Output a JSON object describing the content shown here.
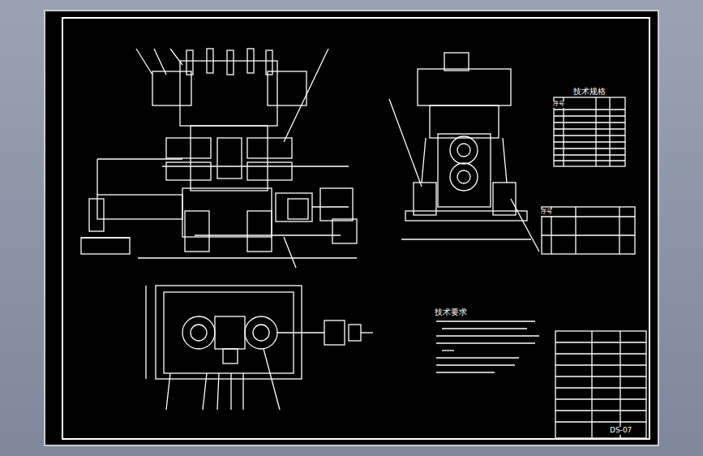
{
  "diagram": {
    "labels": [
      "技术规格",
      "序号",
      "序号",
      "技术要求",
      "DS-07"
    ]
  }
}
